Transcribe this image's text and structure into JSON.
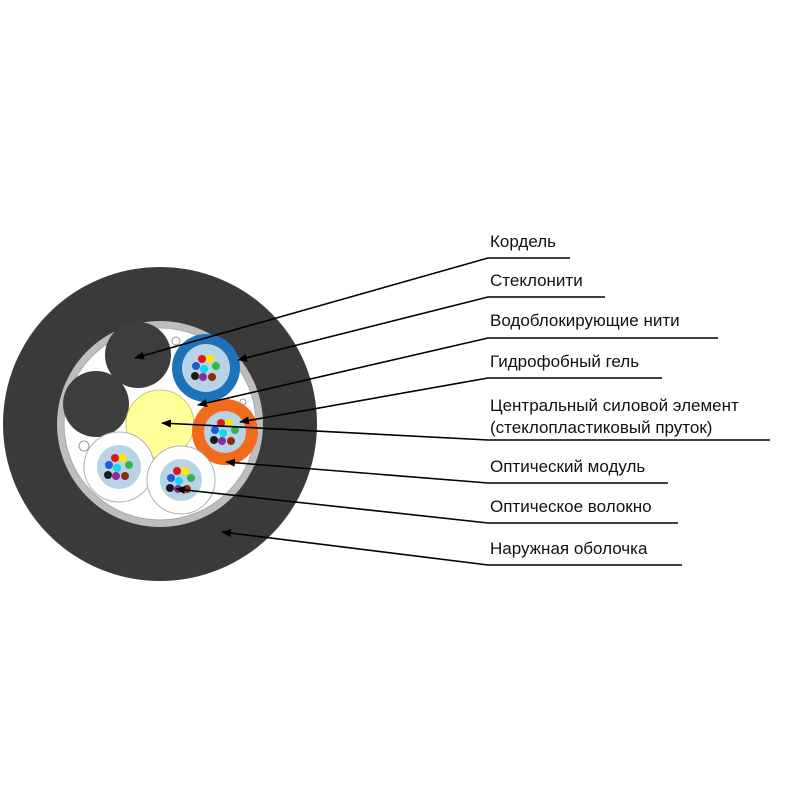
{
  "labels": {
    "cord": "Кордель",
    "glass_threads": "Стеклонити",
    "water_blocking_threads": "Водоблокирующие нити",
    "hydrophobic_gel": "Гидрофобный гель",
    "central_strength_member_line1": "Центральный силовой элемент",
    "central_strength_member_line2": "(стеклопластиковый пруток)",
    "optical_module": "Оптический модуль",
    "optical_fiber": "Оптическое волокно",
    "outer_sheath": "Наружная оболочка"
  },
  "colors": {
    "outer_sheath": "#3a3a3a",
    "inner_ring": "#bdbdbd",
    "core_fill": "#ffffff",
    "cord": "#3d3d3d",
    "central_member": "#ffff99",
    "module_blue": "#1e73b8",
    "module_orange": "#f26a1b",
    "module_gel": "#b9d3e6",
    "leader": "#000000",
    "fibers": [
      "#e0141b",
      "#ffe600",
      "#36b44a",
      "#1c5bd6",
      "#11d8e8",
      "#1a1a1a",
      "#8e2a99",
      "#8a2d10"
    ]
  }
}
